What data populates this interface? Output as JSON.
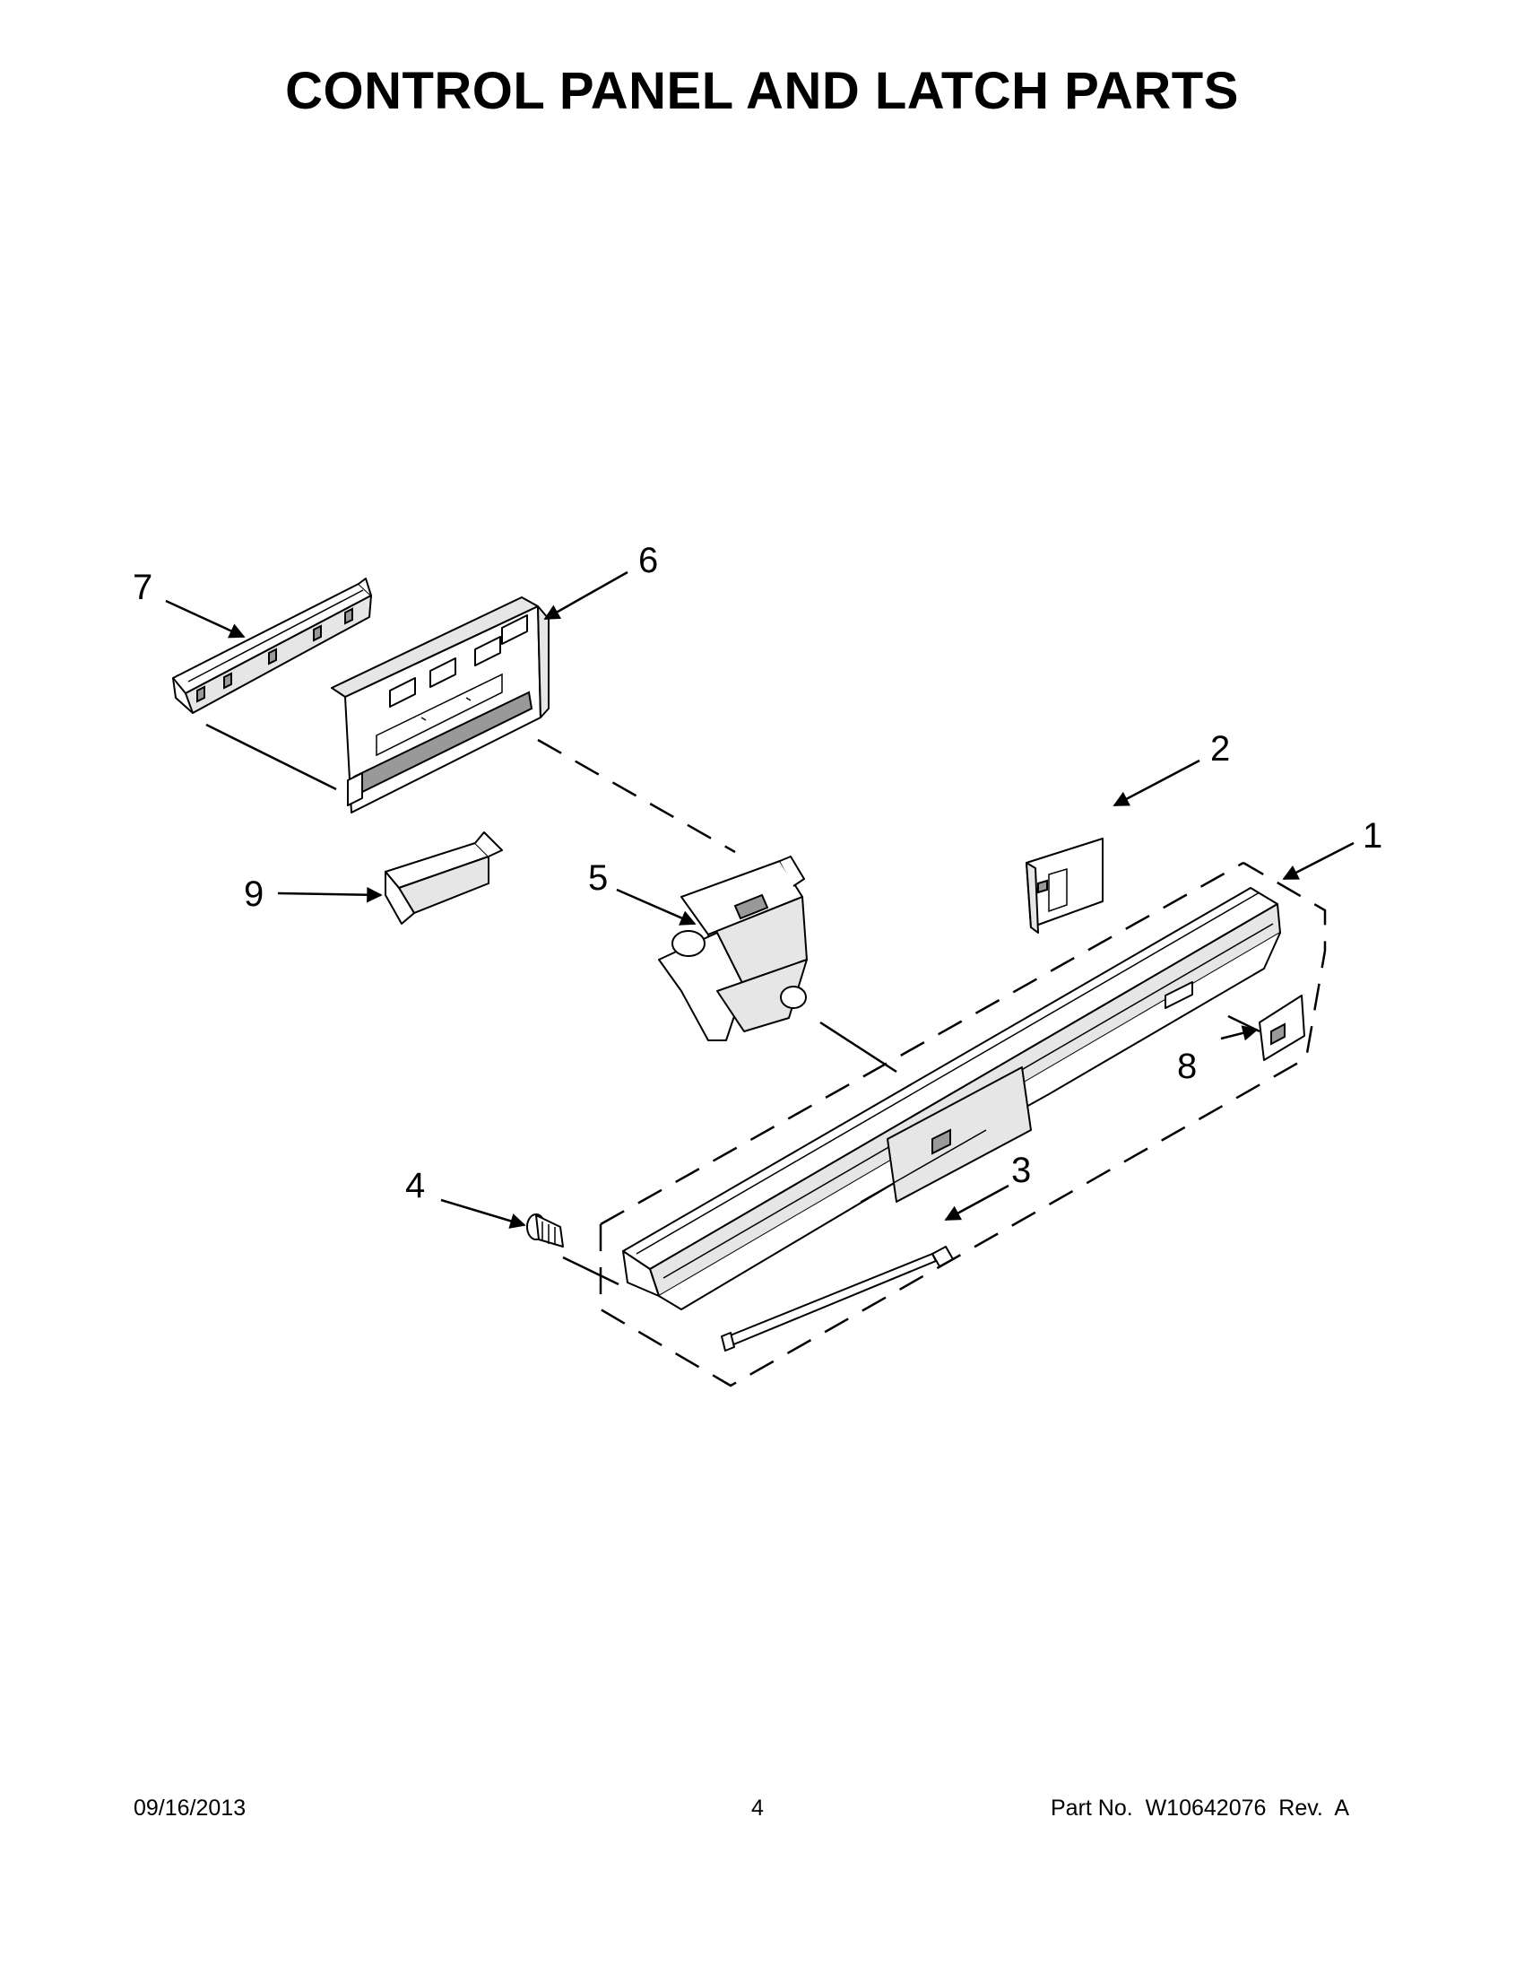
{
  "title": "CONTROL PANEL AND LATCH PARTS",
  "callouts": {
    "c1": "1",
    "c2": "2",
    "c3": "3",
    "c4": "4",
    "c5": "5",
    "c6": "6",
    "c7": "7",
    "c8": "8",
    "c9": "9"
  },
  "footer": {
    "date": "09/16/2013",
    "page": "4",
    "part_no": "Part No.  W10642076  Rev.  A"
  }
}
